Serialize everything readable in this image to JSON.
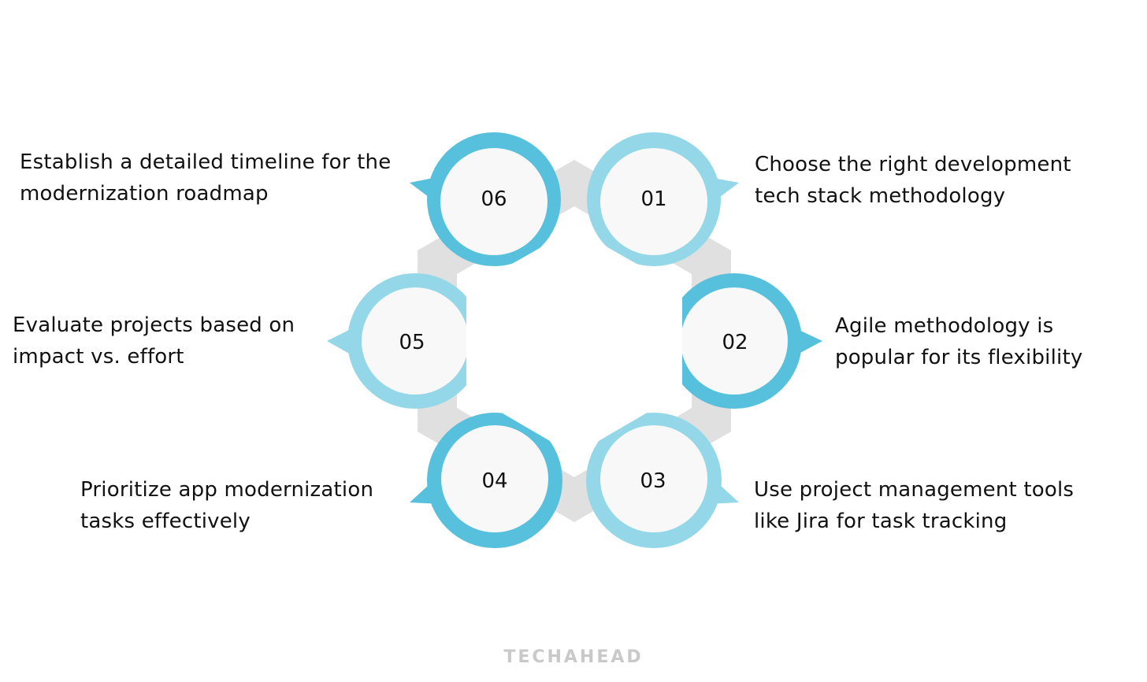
{
  "colors": {
    "dark_blue": "#56c0dd",
    "light_blue": "#93d7e8",
    "hexagon_gray": "#e1e0e1",
    "circle_fill": "#f8f8f8",
    "logo_gray": "#c9c9c9"
  },
  "steps": [
    {
      "number": "01",
      "text_line1": "Choose the right development",
      "text_line2": "tech stack methodology"
    },
    {
      "number": "02",
      "text_line1": "Agile methodology is",
      "text_line2": "popular for its flexibility"
    },
    {
      "number": "03",
      "text_line1": "Use project management tools",
      "text_line2": "like Jira for task tracking"
    },
    {
      "number": "04",
      "text_line1": "Prioritize app modernization",
      "text_line2": "tasks effectively"
    },
    {
      "number": "05",
      "text_line1": "Evaluate projects based on",
      "text_line2": "impact vs. effort"
    },
    {
      "number": "06",
      "text_line1": "Establish a detailed timeline for the",
      "text_line2": "modernization roadmap"
    }
  ],
  "logo": "TECHAHEAD"
}
